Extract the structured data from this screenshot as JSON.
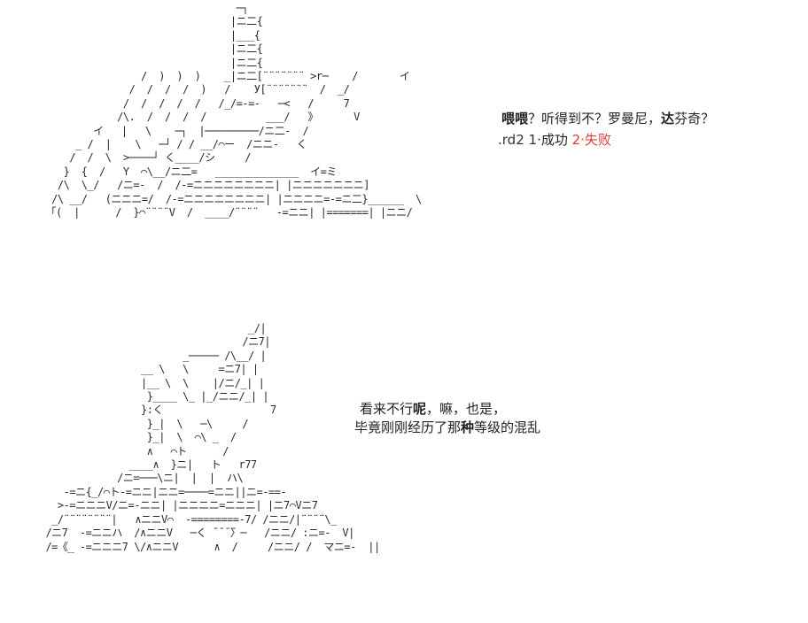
{
  "art_top": "                                  ─┐\n                                 |ニ二{\n                                 |___{\n                                 |ニ二{\n                                 |ニ二{\n                  /  )  )  )    _|ニ二[¨¨¨¨¨¨¨ >r─    /       イ\n                /  /  /  /  )   /    У[¨¨¨¨¨¨¨  /  _/\n               /  /  /  /  /   /_/=-=-   ─<   /     7\n              /\\.  /  /  /  /          ___/   》      V\n          イ   |   \\    ─┐  |─────────/ニ二-  /\n       _ /  |    \\   ─┘ / / __/⌒ー  /ニニ-   く\n      /  /  \\  >────┘ く____/シ     /\n     }  {  /   Y  ⌒\\__/ニ二=   ______________  イ=ミ\n    /\\  \\_/   /ニ=-  /  /-=ニニニニニニニニ| |ニニニニニニニ]\n   /\\ __/   (ニニニ=/  /-=ニニニニニニニニ| |ニニニニ=-=ニ二}______  \\\n  「(  |      /  }⌒¨¨¨¨V  /  ____/¨¨¨¨   -=ニニ| |=======| |ニニ/",
  "art_bottom": "                                    _/|\n                                   /ニ7|\n                         _───── /\\__/ |\n                  __ \\   \\     =ニ7| |\n                  |__ \\  \\    |/ニ/_| |\n                   }____ \\_ |_/ニニ/_| |\n                  }:く                  7\n                   }_|  \\   ─\\     /\n                   }_|  \\  ⌒\\ _  /\n                   ∧   ⌒ト      /\n                ____∧  }ニ|   ト   r77\n              /ニ=───\\ニ|  |  |  ハ\\\n     -=ニ{_/⌒ト-=ニニ|ニニ=────=ニニ||ニ=-==-\n    >-=ニニニV/ニ=-ニニ| |ニニニニ=ニニニ| |ニ7⌒Vニ7\n   _/¨¨¨¨¨¨¨¨|   ∧ニニV⌒  -========-7/ /ニニ/|¨¨¨¨\\_\n  /ニ7  -=ニニハ  /∧ニニV   ─く ̄ ̄ ̄ ̄〉─   /ニニ/ :ニ=-  V|\n  /=《_ -=ニニニ7 \\/∧ニニV      ∧  /     /ニニ/ /  マニ=-  ||",
  "dialogue1": {
    "p1": "喂喂",
    "p2": "？听得到不？罗曼尼",
    "p3": "，",
    "p4": "达",
    "p5": "芬奇？"
  },
  "choice": {
    "prefix": ".rd2 1",
    "opt1": "·成功 ",
    "opt2": "2·失败",
    "color_fail": "#e03c3c"
  },
  "dialogue2": {
    "line1_a": "看来不行",
    "line1_b": "呢",
    "line1_c": "，嘛，也是，",
    "line2_a": "毕竟刚刚经历了那",
    "line2_b": "种",
    "line2_c": "等级的混乱"
  }
}
